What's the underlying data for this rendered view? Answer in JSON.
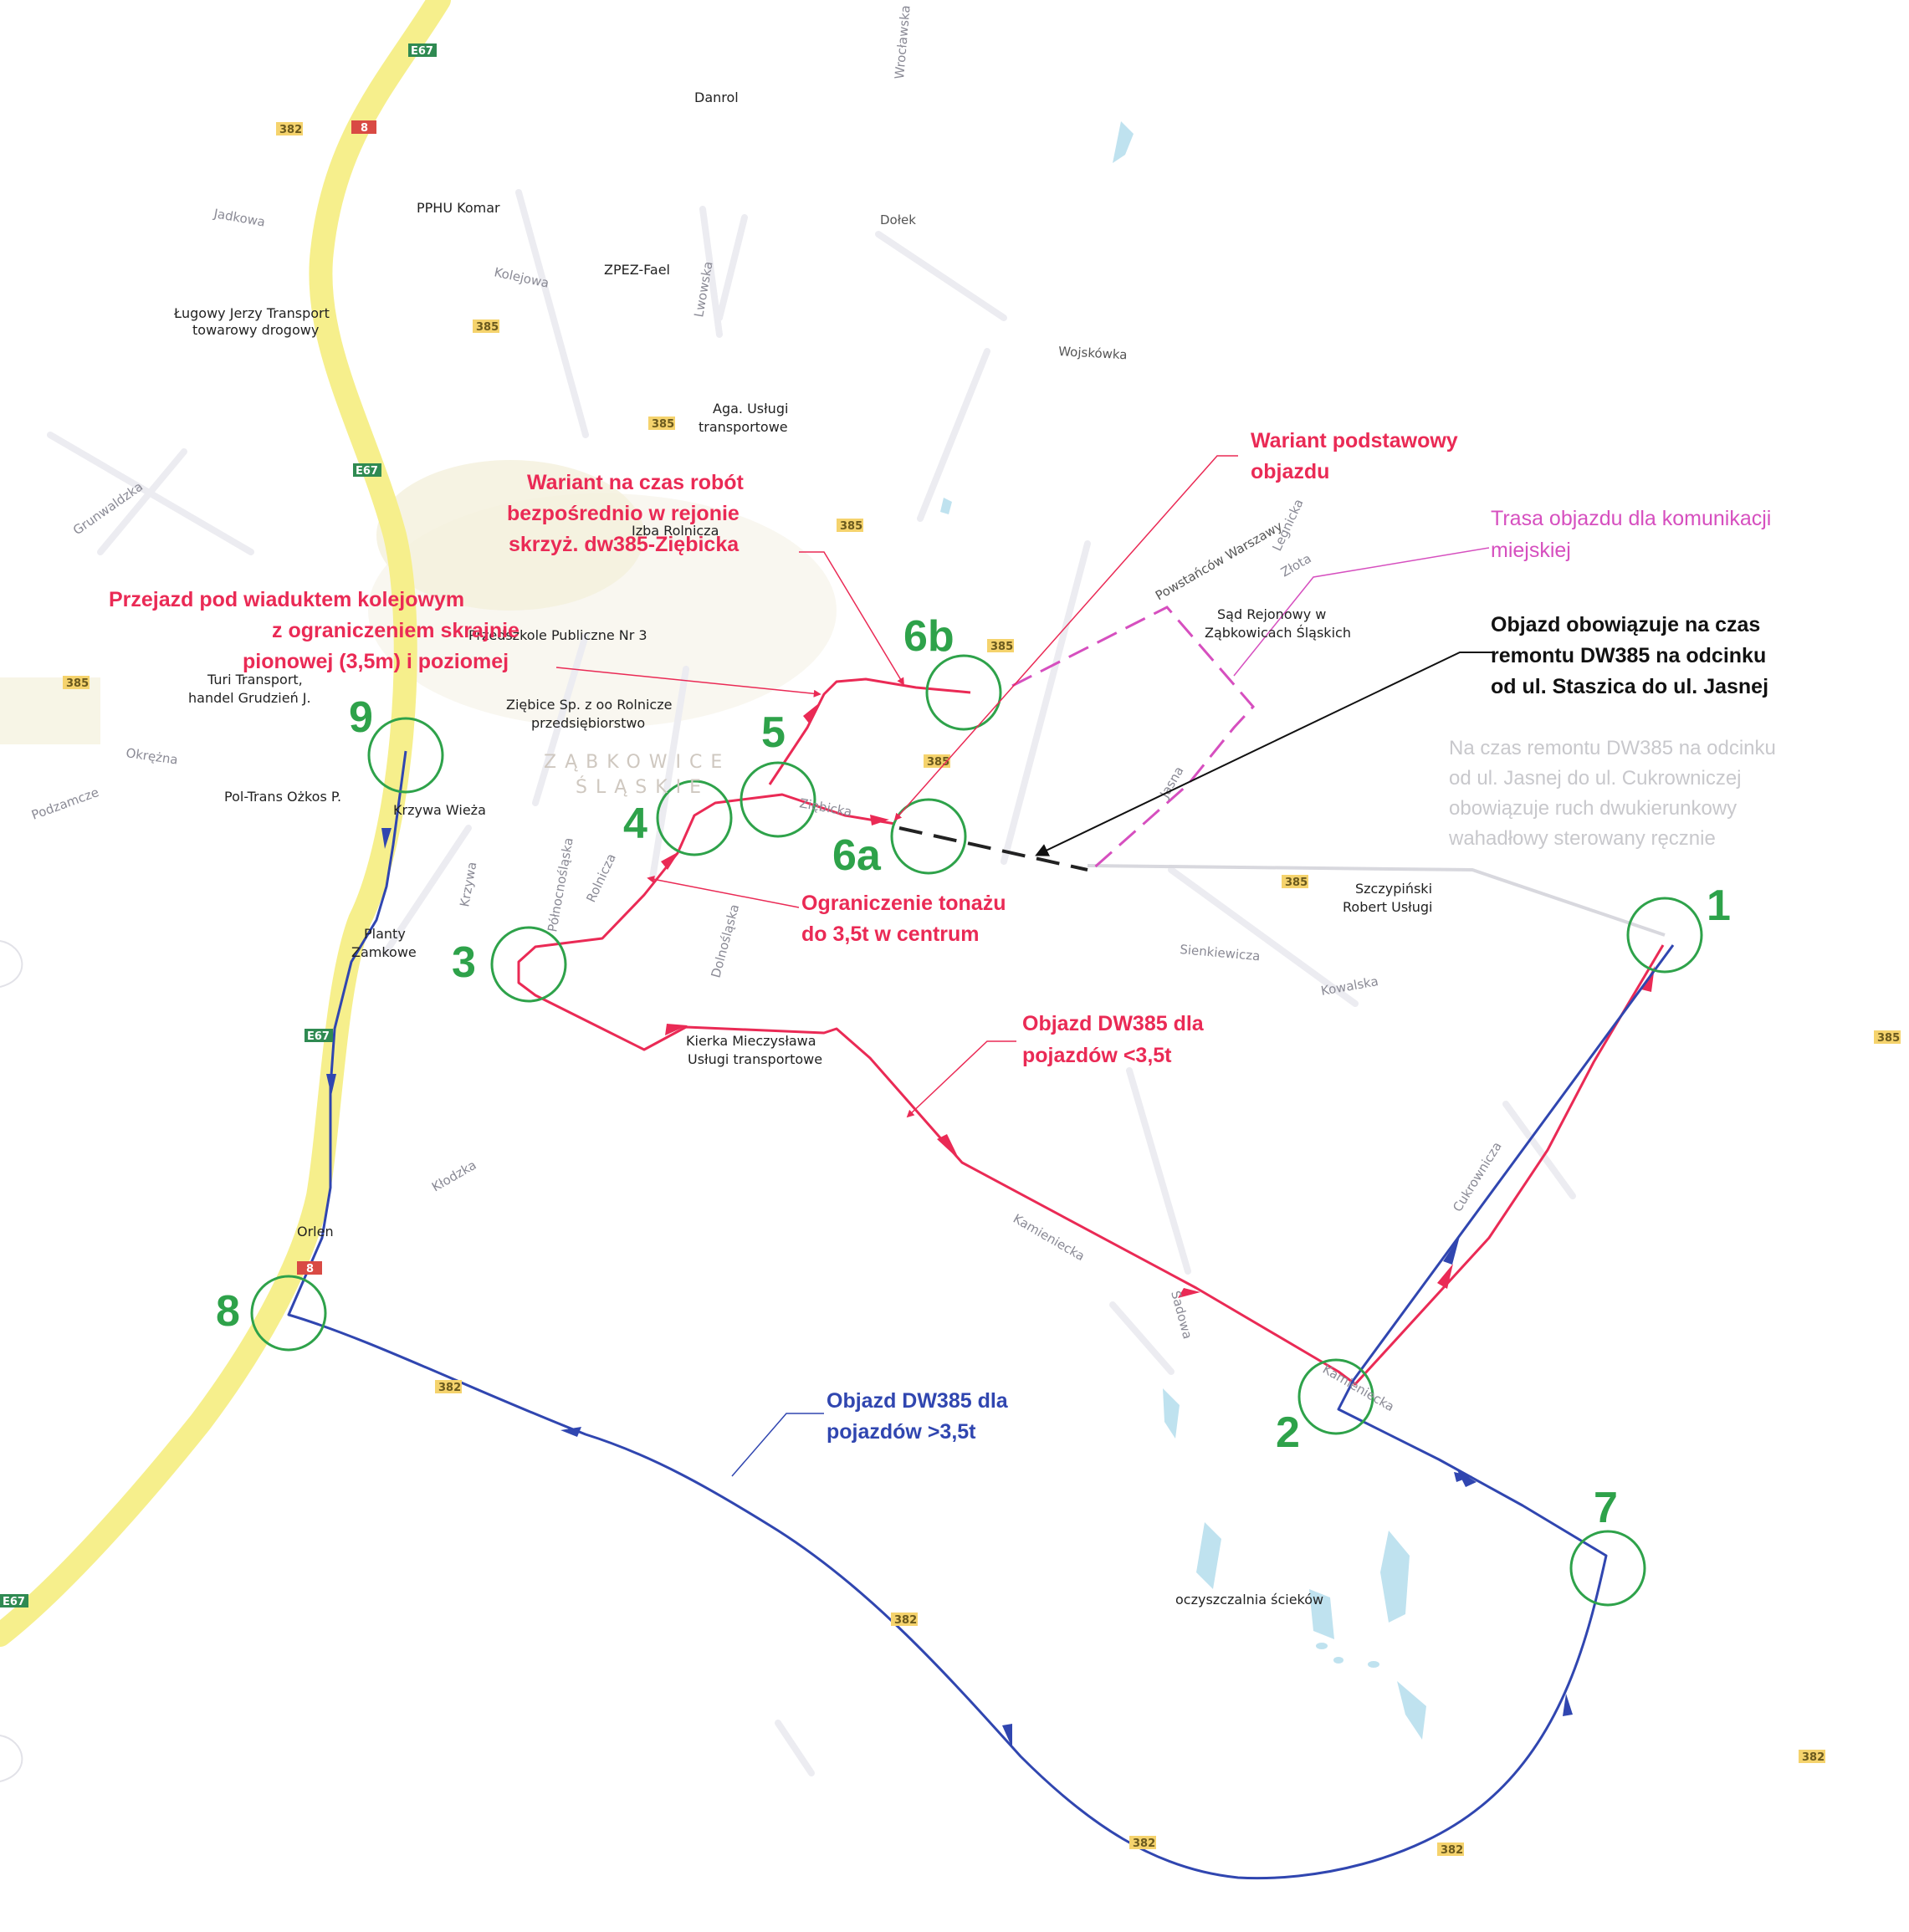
{
  "colors": {
    "main_road": "#f6ef8c",
    "route_light_vehicles": "#ea2a55",
    "route_heavy_vehicles": "#3046b0",
    "route_public_transport": "#d64fbf",
    "closed_section": "#222222",
    "waypoint_circle": "#2ea24a",
    "water": "#bfe2ef"
  },
  "waypoints": {
    "p1": "1",
    "p2": "2",
    "p3": "3",
    "p4": "4",
    "p5": "5",
    "p6a": "6a",
    "p6b": "6b",
    "p7": "7",
    "p8": "8",
    "p9": "9"
  },
  "labels": {
    "viaduct": [
      "Przejazd pod wiaduktem kolejowym",
      "z ograniczeniem skrajnie",
      "pionowej (3,5m) i poziomej"
    ],
    "works_variant": [
      "Wariant na czas robót",
      "bezpośrednio w rejonie",
      "skrzyż. dw385-Ziębicka"
    ],
    "basic_variant": [
      "Wariant podstawowy",
      "objazdu"
    ],
    "public_transport": [
      "Trasa objazdu dla komunikacji",
      "miejskiej"
    ],
    "valid_during": [
      "Objazd obowiązuje na czas",
      "remontu DW385 na odcinku",
      "od ul. Staszica do ul. Jasnej"
    ],
    "two_way": [
      "Na czas remontu DW385 na odcinku",
      "od ul. Jasnej do ul. Cukrowniczej",
      "obowiązuje ruch dwukierunkowy",
      "wahadłowy sterowany ręcznie"
    ],
    "tonnage": [
      "Ograniczenie tonażu",
      "do 3,5t w centrum"
    ],
    "light_detour": [
      "Objazd DW385 dla",
      "pojazdów <3,5t"
    ],
    "heavy_detour": [
      "Objazd DW385 dla",
      "pojazdów >3,5t"
    ]
  },
  "map_text": {
    "town": [
      "ZĄBKOWICE",
      "ŚLĄSKIE"
    ],
    "streets": {
      "wroclawska": "Wrocławska",
      "jadkowa": "Jadkowa",
      "kolejowa": "Kolejowa",
      "wojskowka": "Wojskówka",
      "dolek": "Dołek",
      "powstancow": "Powstańców Warszawy",
      "zlota": "Złota",
      "ziebicka": "Ziębicka",
      "kamieniecka": "Kamieniecka",
      "cukrownicza": "Cukrownicza",
      "klodzka": "Kłodzka",
      "okrezna": "Okrężna",
      "podzamcze": "Podzamcze",
      "jasna": "Jasna",
      "legnicka": "Legnicka",
      "sienkiewicza": "Sienkiewicza",
      "kowalska": "Kowalska",
      "polnoslaska": "Północnośląska",
      "rolnicza": "Rolnicza",
      "dolnoslaska": "Dolnośląska",
      "lwowska": "Lwowska",
      "sadowa": "Sadowa",
      "krzywa": "Krzywa",
      "grunwaldzka": "Grunwaldzka"
    },
    "places": {
      "danrol": "Danrol",
      "pphu_komar": "PPHU Komar",
      "zpez": "ZPEZ-Fael",
      "lugowy1": "Ługowy Jerzy Transport",
      "lugowy2": "towarowy drogowy",
      "aga1": "Aga. Usługi",
      "aga2": "transportowe",
      "izba": "Izba Rolnicza",
      "przedszkole": "Przedszkole Publiczne Nr 3",
      "turi1": "Turi Transport,",
      "turi2": "handel Grudzień J.",
      "ziebice1": "Ziębice Sp. z oo Rolnicze",
      "ziebice2": "przedsiębiorstwo",
      "poltrans": "Pol-Trans Ożkos P.",
      "krzywa_wieza": "Krzywa Wieża",
      "sad1": "Sąd Rejonowy w",
      "sad2": "Ząbkowicach Śląskich",
      "szczypinski1": "Szczypiński",
      "szczypinski2": "Robert Usługi",
      "planty1": "Planty",
      "planty2": "Zamkowe",
      "kierka1": "Kierka Mieczysława",
      "kierka2": "Usługi transportowe",
      "orlen": "Orlen",
      "oczyszczalnia": "oczyszczalnia ścieków"
    },
    "shields": {
      "r382": "382",
      "r385": "385",
      "e67": "E67",
      "r8": "8"
    }
  }
}
